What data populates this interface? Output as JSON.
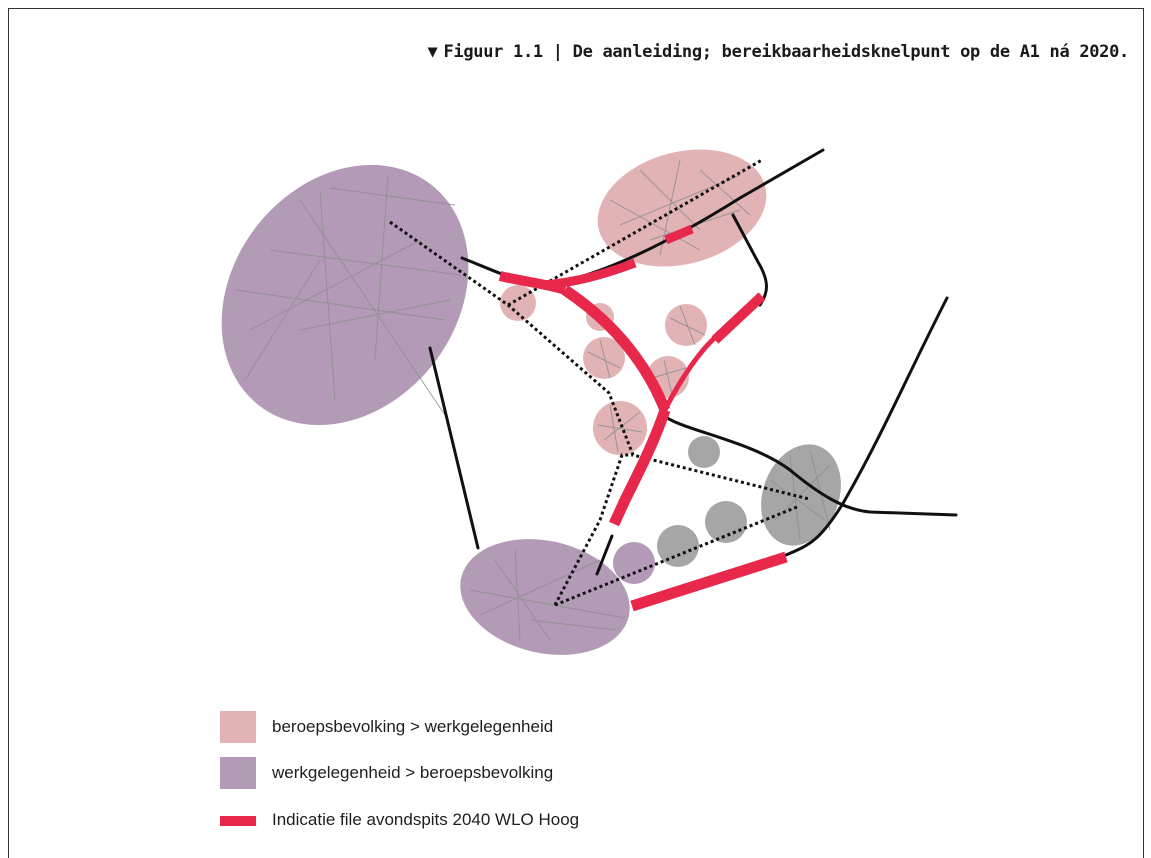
{
  "caption": {
    "marker": "▼",
    "text": "Figuur 1.1 | De aanleiding; bereikbaarheidsknelpunt op de A1 ná 2020."
  },
  "colors": {
    "pink": "#e2b3b5",
    "purple": "#b39ab7",
    "grey": "#a6a6a6",
    "congestion": "#e8284a",
    "road": "#111111",
    "hatch": "#8f8f8f"
  },
  "legend": [
    {
      "label": "beroepsbevolking > werkgelegenheid",
      "color": "#e2b3b5",
      "kind": "block"
    },
    {
      "label": "werkgelegenheid > beroepsbevolking",
      "color": "#b39ab7",
      "kind": "block"
    },
    {
      "label": "Indicatie file avondspits 2040 WLO Hoog",
      "color": "#e8284a",
      "kind": "bar"
    }
  ]
}
